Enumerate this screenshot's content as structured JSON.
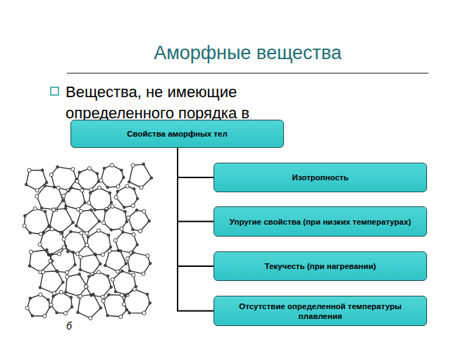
{
  "diagram": {
    "title": "Аморфные вещества",
    "nodes": [
      {
        "text": [
          "Свойства аморфных тел"
        ]
      },
      {
        "text": [
          "Изотропность"
        ]
      },
      {
        "text": [
          "Упругие свойства (при низких температурах)"
        ]
      },
      {
        "text": [
          "Текучесть (при нагревании)"
        ]
      },
      {
        "text": [
          "Отсутствие определенной температуры плавления"
        ]
      }
    ],
    "edges": [
      {
        "from": 0,
        "to": 1,
        "arrow": "none"
      },
      {
        "from": 0,
        "to": 2,
        "arrow": "none"
      },
      {
        "from": 0,
        "to": 3,
        "arrow": "none"
      },
      {
        "from": 0,
        "to": 4,
        "arrow": "none"
      }
    ],
    "labels": [
      "Вещества, не имеющие определенного порядка в",
      "б"
    ]
  }
}
